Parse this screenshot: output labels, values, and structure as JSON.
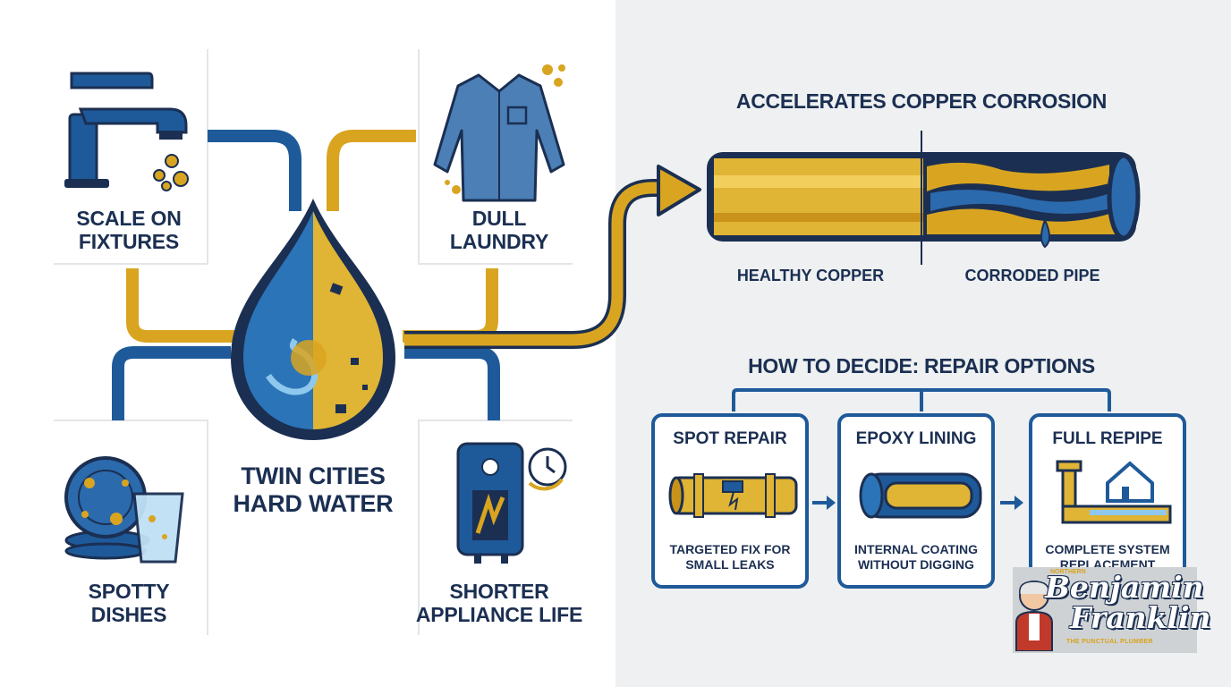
{
  "effects": {
    "center": "TWIN CITIES\nHARD WATER",
    "scale": "SCALE ON\nFIXTURES",
    "laundry": "DULL\nLAUNDRY",
    "dishes": "SPOTTY\nDISHES",
    "appliance": "SHORTER\nAPPLIANCE LIFE"
  },
  "corrosion": {
    "title": "ACCELERATES COPPER CORROSION",
    "healthy": "HEALTHY COPPER",
    "corroded": "CORRODED PIPE"
  },
  "repair": {
    "title": "HOW TO DECIDE: REPAIR OPTIONS",
    "options": [
      {
        "title": "SPOT REPAIR",
        "desc": "TARGETED FIX FOR\nSMALL LEAKS"
      },
      {
        "title": "EPOXY LINING",
        "desc": "INTERNAL COATING\nWITHOUT DIGGING"
      },
      {
        "title": "FULL REPIPE",
        "desc": "COMPLETE SYSTEM\nREPLACEMENT"
      }
    ]
  },
  "logo": {
    "northern": "NORTHERN",
    "line1": "Benjamin",
    "line2": "Franklin",
    "tagline": "THE PUNCTUAL PLUMBER"
  },
  "colors": {
    "navy": "#1b2f52",
    "blue": "#1e5a9a",
    "gold": "#d9a520",
    "light": "#eef0f1"
  }
}
